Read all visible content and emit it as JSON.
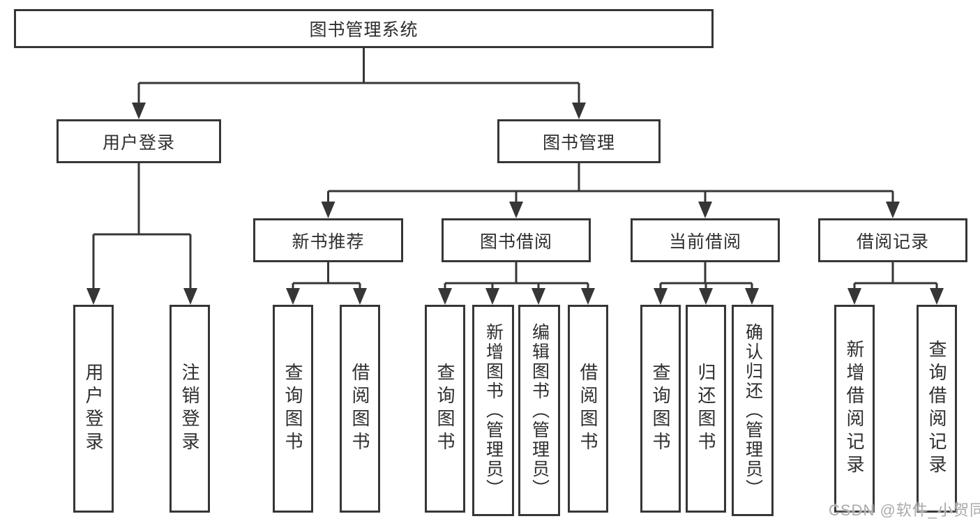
{
  "tree": {
    "root": {
      "label": "图书管理系统"
    },
    "branches": [
      {
        "label": "用户登录",
        "children": [
          {
            "label": "用户登录"
          },
          {
            "label": "注销登录"
          }
        ]
      },
      {
        "label": "图书管理",
        "children": [
          {
            "label": "新书推荐",
            "children": [
              {
                "label": "查询图书"
              },
              {
                "label": "借阅图书"
              }
            ]
          },
          {
            "label": "图书借阅",
            "children": [
              {
                "label": "查询图书"
              },
              {
                "label": "新增图书（管理员）"
              },
              {
                "label": "编辑图书（管理员）"
              },
              {
                "label": "借阅图书"
              }
            ]
          },
          {
            "label": "当前借阅",
            "children": [
              {
                "label": "查询图书"
              },
              {
                "label": "归还图书"
              },
              {
                "label": "确认归还（管理员）"
              }
            ]
          },
          {
            "label": "借阅记录",
            "children": [
              {
                "label": "新增借阅记录"
              },
              {
                "label": "查询借阅记录"
              }
            ]
          }
        ]
      }
    ]
  },
  "watermark": {
    "text": "CSDN @软件_小贺同学"
  },
  "colors": {
    "line": "#363636",
    "text": "#2e2e2e",
    "watermark": "#aaaaaa"
  }
}
